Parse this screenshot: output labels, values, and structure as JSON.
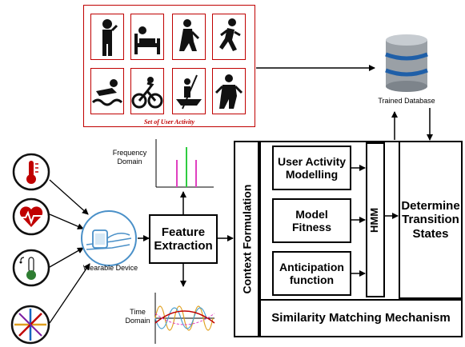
{
  "activity_panel": {
    "caption": "Set of User Activity"
  },
  "database": {
    "label": "Trained Database"
  },
  "frequency_chart": {
    "label_line1": "Frequency",
    "label_line2": "Domain"
  },
  "time_chart": {
    "label_line1": "Time",
    "label_line2": "Domain"
  },
  "wearable": {
    "label": "Wearable Device"
  },
  "feature_extraction": {
    "line1": "Feature",
    "line2": "Extraction"
  },
  "context_formulation": {
    "label": "Context Formulation"
  },
  "user_activity": {
    "line1": "User Activity",
    "line2": "Modelling"
  },
  "model_fitness": {
    "line1": "Model",
    "line2": "Fitness"
  },
  "anticipation": {
    "line1": "Anticipation",
    "line2": "function"
  },
  "hmm": {
    "label": "HMM"
  },
  "determine": {
    "line1": "Determine",
    "line2": "Transition",
    "line3": "States"
  },
  "similarity": {
    "label": "Similarity Matching Mechanism"
  },
  "sensors": [
    {
      "icon": "thermometer-icon",
      "color": "#c00000"
    },
    {
      "icon": "heart-pulse-icon",
      "color": "#c00000"
    },
    {
      "icon": "glucose-meter-icon",
      "color": "#2e7d32"
    },
    {
      "icon": "accelerometer-icon",
      "color": "#1565c0"
    }
  ],
  "colors": {
    "accent_red": "#c00000",
    "freq_green": "#2ecc40",
    "freq_magenta": "#e040c0",
    "db_blue": "#1f5fa8"
  }
}
